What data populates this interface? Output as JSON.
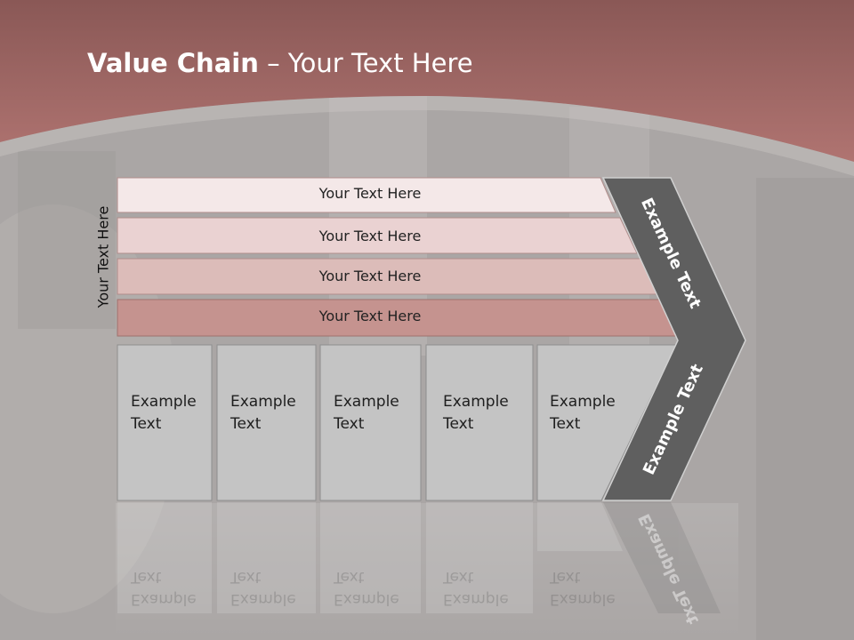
{
  "title": {
    "bold": "Value Chain",
    "rest": " – Your Text Here"
  },
  "side_label": "Your Text Here",
  "rows": [
    {
      "label": "Your Text Here"
    },
    {
      "label": "Your Text Here"
    },
    {
      "label": "Your Text Here"
    },
    {
      "label": "Your Text Here"
    }
  ],
  "boxes": [
    {
      "line1": "Example",
      "line2": "Text"
    },
    {
      "line1": "Example",
      "line2": "Text"
    },
    {
      "line1": "Example",
      "line2": "Text"
    },
    {
      "line1": "Example",
      "line2": "Text"
    },
    {
      "line1": "Example",
      "line2": "Text"
    }
  ],
  "chevron": {
    "upper_label": "Example Text",
    "lower_label": "Example Text"
  },
  "colors": {
    "header": "#a96a68",
    "row1": "#f4e8e8",
    "row2": "#ead2d2",
    "row3": "#dcbcb9",
    "row4": "#c5938f",
    "box": "#c4c4c4",
    "chevron": "#5f5f5f"
  }
}
